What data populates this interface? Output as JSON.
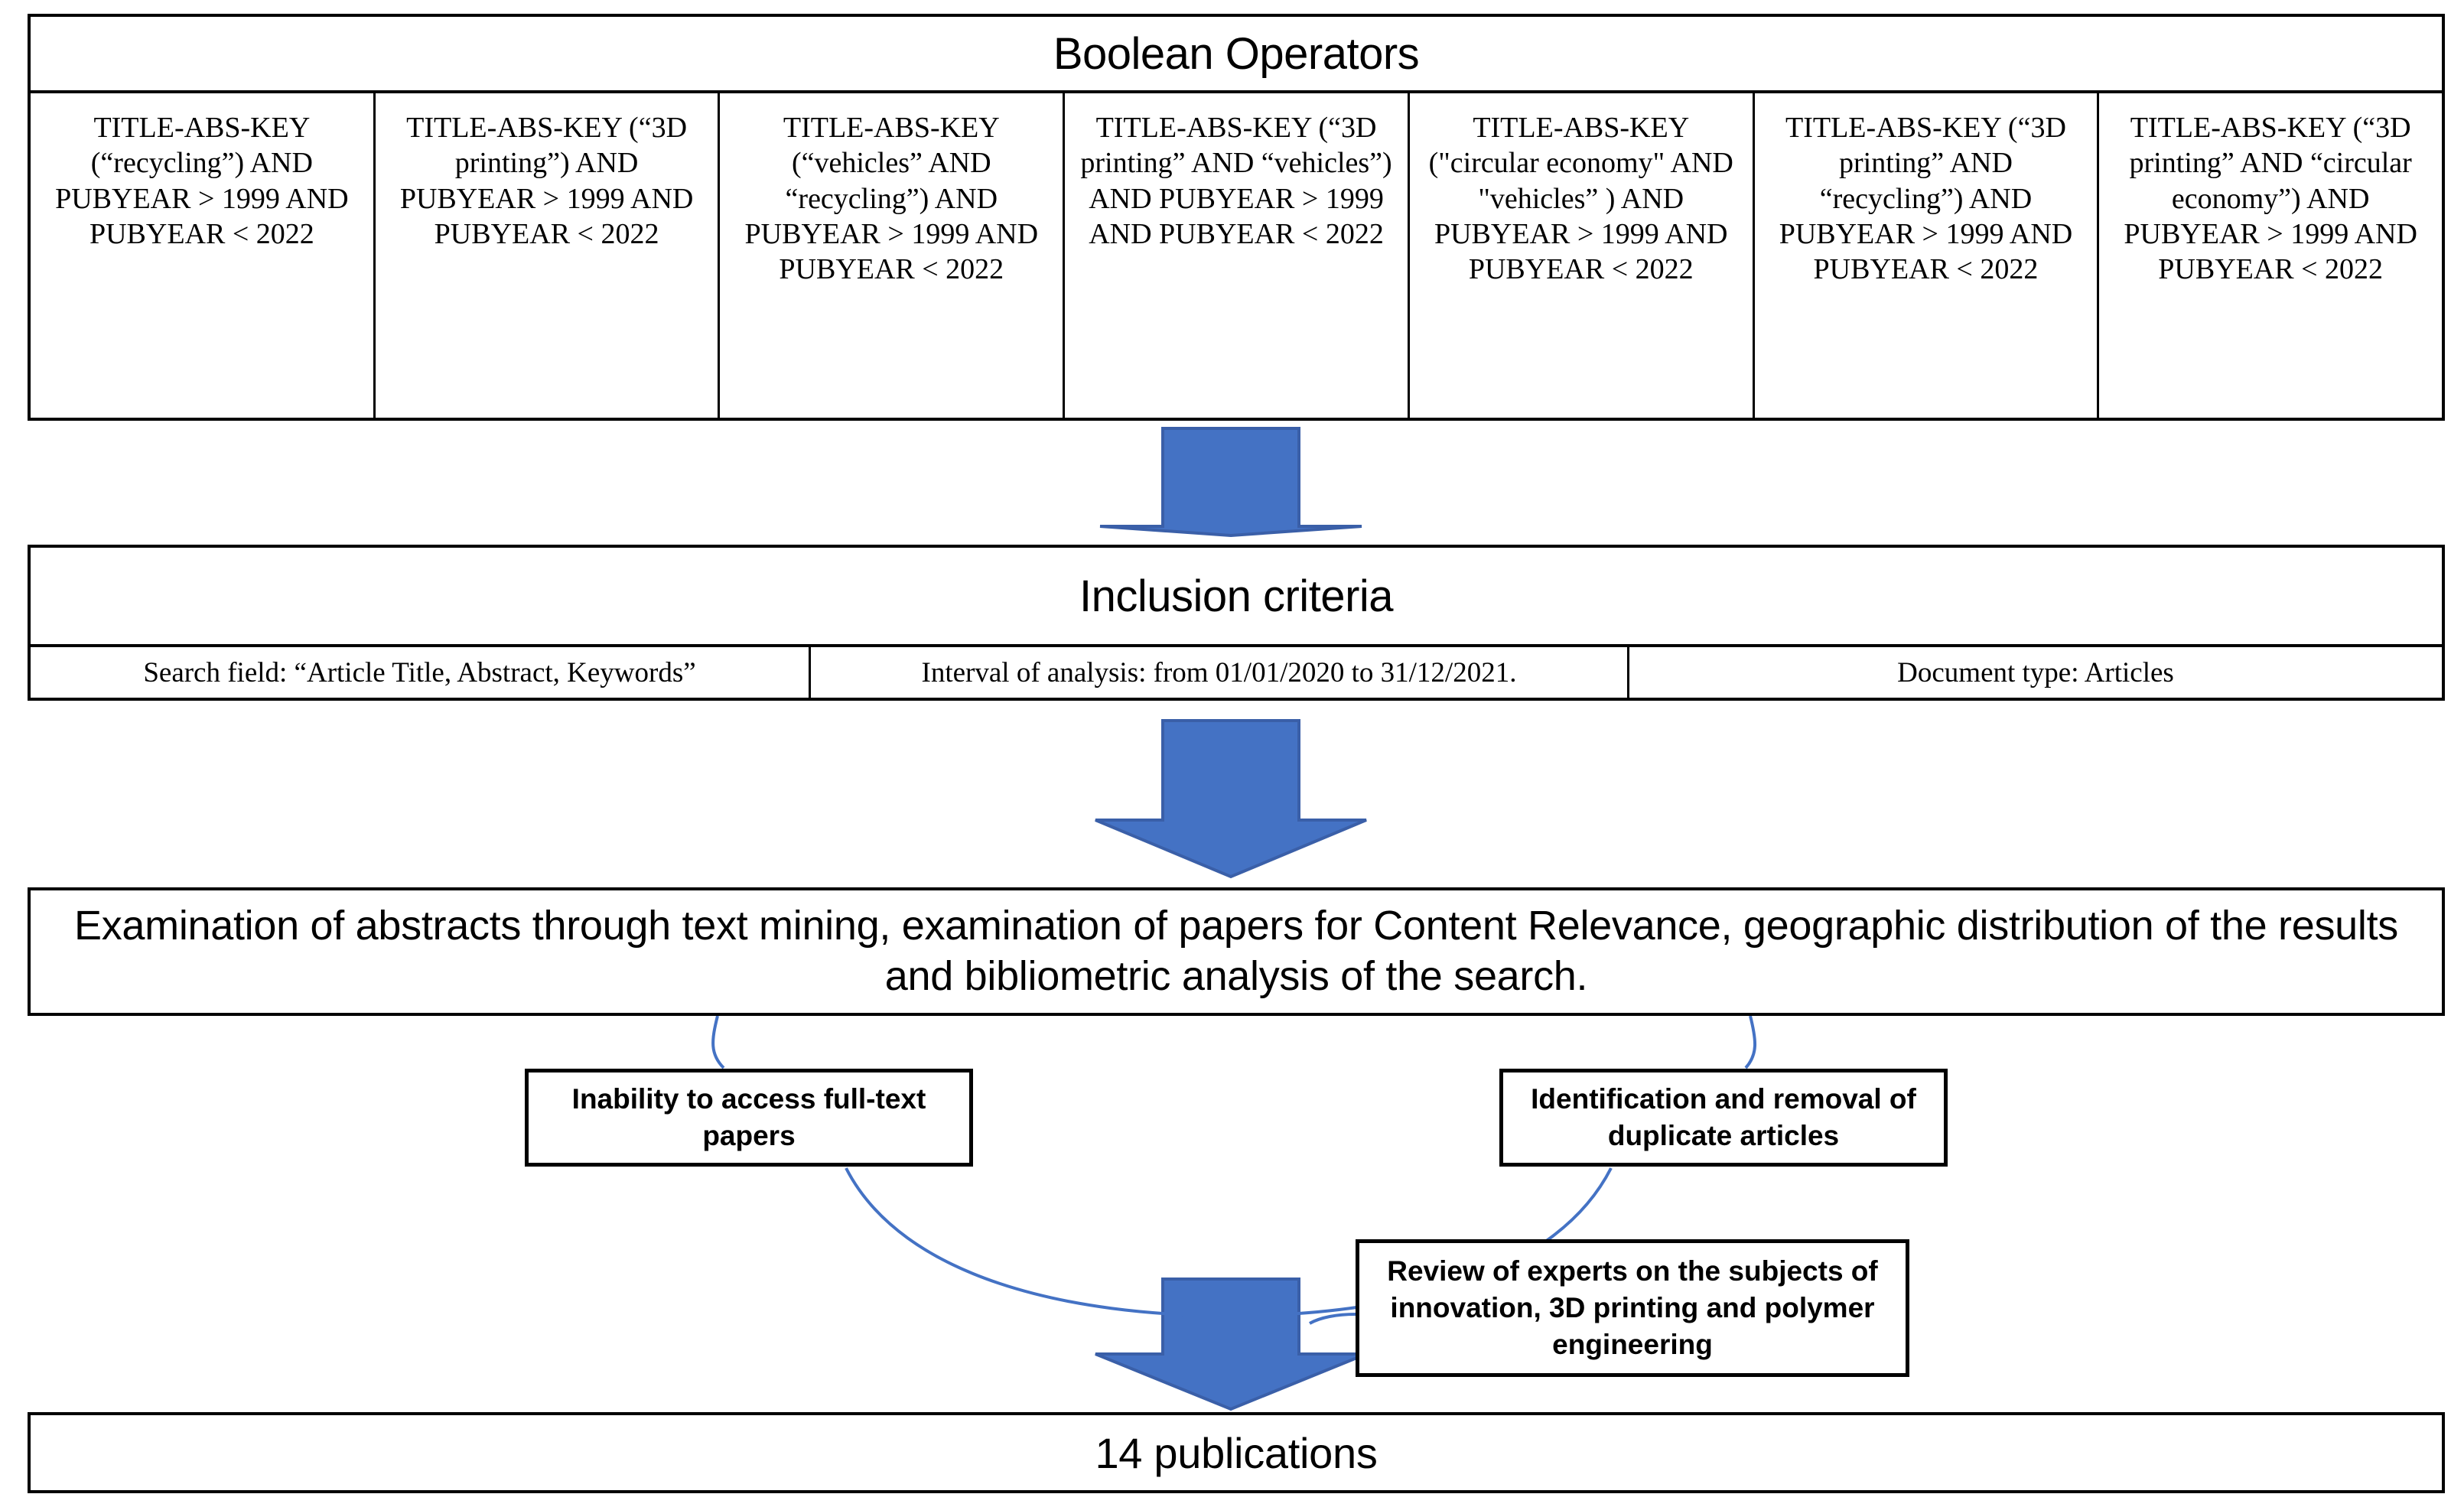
{
  "boolean_section": {
    "title": "Boolean Operators",
    "queries": [
      "TITLE-ABS-KEY (“recycling”) AND PUBYEAR > 1999 AND PUBYEAR < 2022",
      "TITLE-ABS-KEY (“3D printing”) AND PUBYEAR > 1999 AND PUBYEAR < 2022",
      "TITLE-ABS-KEY (“vehicles” AND “recycling”) AND PUBYEAR > 1999 AND PUBYEAR < 2022",
      "TITLE-ABS-KEY (“3D printing” AND “vehicles”) AND PUBYEAR > 1999 AND PUBYEAR < 2022",
      "TITLE-ABS-KEY (\"circular economy\" AND  \"vehicles” ) AND PUBYEAR > 1999 AND PUBYEAR < 2022",
      "TITLE-ABS-KEY (“3D printing” AND “recycling”) AND PUBYEAR > 1999 AND PUBYEAR < 2022",
      "TITLE-ABS-KEY (“3D printing” AND “circular economy”) AND PUBYEAR > 1999 AND PUBYEAR < 2022"
    ]
  },
  "inclusion_section": {
    "title": "Inclusion criteria",
    "criteria": [
      "Search field: “Article Title, Abstract, Keywords”",
      "Interval of analysis: from 01/01/2020 to 31/12/2021.",
      "Document type: Articles"
    ]
  },
  "examination_section": {
    "text": "Examination of abstracts through text mining, examination of papers for Content Relevance, geographic distribution of the results and bibliometric analysis of the search."
  },
  "callouts": [
    {
      "id": "fulltext",
      "text": "Inability to access full-text papers"
    },
    {
      "id": "duplicates",
      "text": "Identification and removal of duplicate articles"
    },
    {
      "id": "experts",
      "text": "Review of experts on the subjects of innovation, 3D printing and polymer engineering"
    }
  ],
  "result_section": {
    "text": "14 publications"
  },
  "colors": {
    "arrow_fill": "#4472C4",
    "arrow_stroke": "#3A5FA8",
    "connector_line": "#4472C4",
    "border": "#000000",
    "background": "#FFFFFF"
  },
  "arrows": [
    {
      "name": "arrow-boolean-to-inclusion"
    },
    {
      "name": "arrow-inclusion-to-examination"
    },
    {
      "name": "arrow-examination-to-result"
    }
  ]
}
